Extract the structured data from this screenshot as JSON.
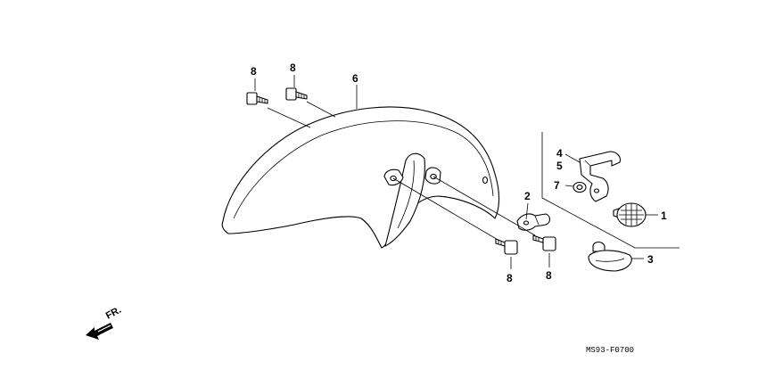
{
  "labels": {
    "p1": "1",
    "p2": "2",
    "p3": "3",
    "p4": "4",
    "p5": "5",
    "p6": "6",
    "p7": "7",
    "p8a": "8",
    "p8b": "8",
    "p8c": "8",
    "p8d": "8"
  },
  "direction": "FR.",
  "diagram_code": "MS93-F0700"
}
